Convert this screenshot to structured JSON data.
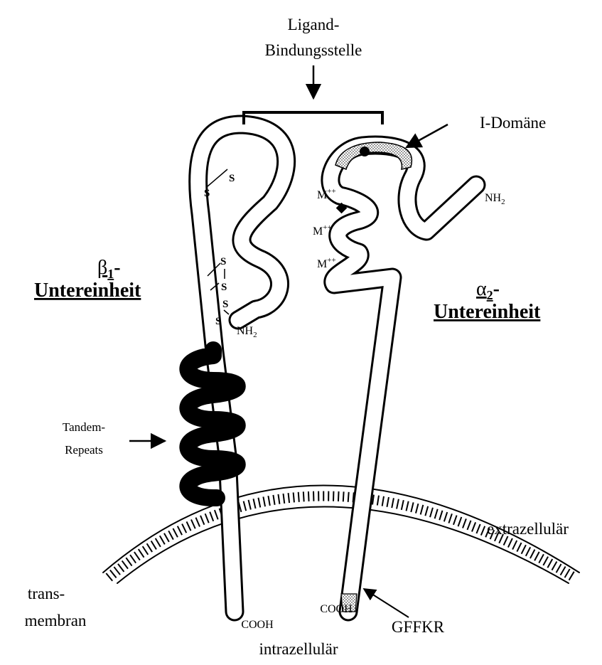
{
  "labels": {
    "ligand_line1": "Ligand-",
    "ligand_line2": "Bindungsstelle",
    "i_domain": "I-Domäne",
    "nh2_alpha": "NH",
    "nh2_alpha_sub": "2",
    "nh2_beta": "NH",
    "nh2_beta_sub": "2",
    "metal_1": "M",
    "metal_2": "M",
    "metal_3": "M",
    "metal_charge": "++",
    "beta_greek": "β",
    "beta_index": "1",
    "beta_dash": "-",
    "beta_word": "Untereinheit",
    "alpha_greek": "α",
    "alpha_index": "2",
    "alpha_dash": "-",
    "alpha_word": "Untereinheit",
    "tandem_line1": "Tandem-",
    "tandem_line2": "Repeats",
    "extrazellular": "extrazellulär",
    "intrazellular": "intrazellulär",
    "transmembran_line1": "trans-",
    "transmembran_line2": "membran",
    "cooh_beta": "COOH",
    "cooh_alpha": "COOH",
    "gffkr": "GFFKR",
    "disulfide": "S"
  },
  "colors": {
    "ink": "#000000",
    "paper": "#ffffff",
    "i_domain_fill": "#b4b4b4"
  }
}
